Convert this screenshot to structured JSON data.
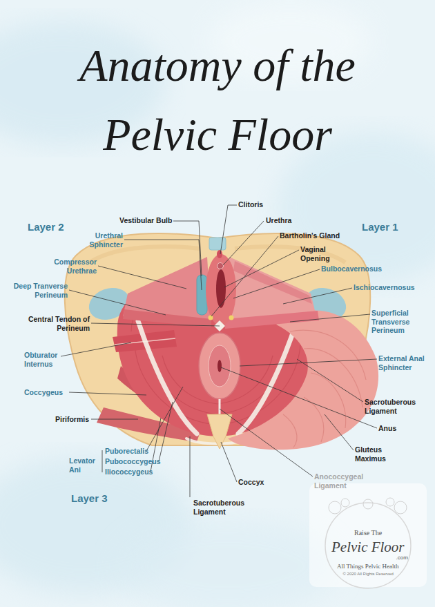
{
  "diagram": {
    "title": "Anatomy of the Pelvic Floor",
    "labels": [
      "Clitoris",
      "Vestibular Bulb",
      "Urethra",
      "Layer 2",
      "Layer 1",
      "Urethral Sphincter",
      "Bartholin's Gland",
      "Vaginal Opening",
      "Compressor Urethrae",
      "Bulbocavernosus",
      "Deep Tranverse Perineum",
      "Ischiocavernosus",
      "Central Tendon of Perineum",
      "Superficial Transverse Perineum",
      "Obturator Internus",
      "External Anal Sphincter",
      "Coccygeus",
      "Sacrotuberous Ligament",
      "Piriformis",
      "Anus",
      "Gluteus Maximus",
      "Puborectalis",
      "Levator Ani",
      "Pubococcygeus",
      "Iliococcygeus",
      "Anococcygeal Ligament",
      "Coccyx",
      "Layer 3",
      "Sacrotuberous Ligament",
      "Raise The",
      "Pelvic Floor",
      ".com",
      "All Things Pelvic Health",
      "© 2020 All Rights Reserved"
    ]
  }
}
